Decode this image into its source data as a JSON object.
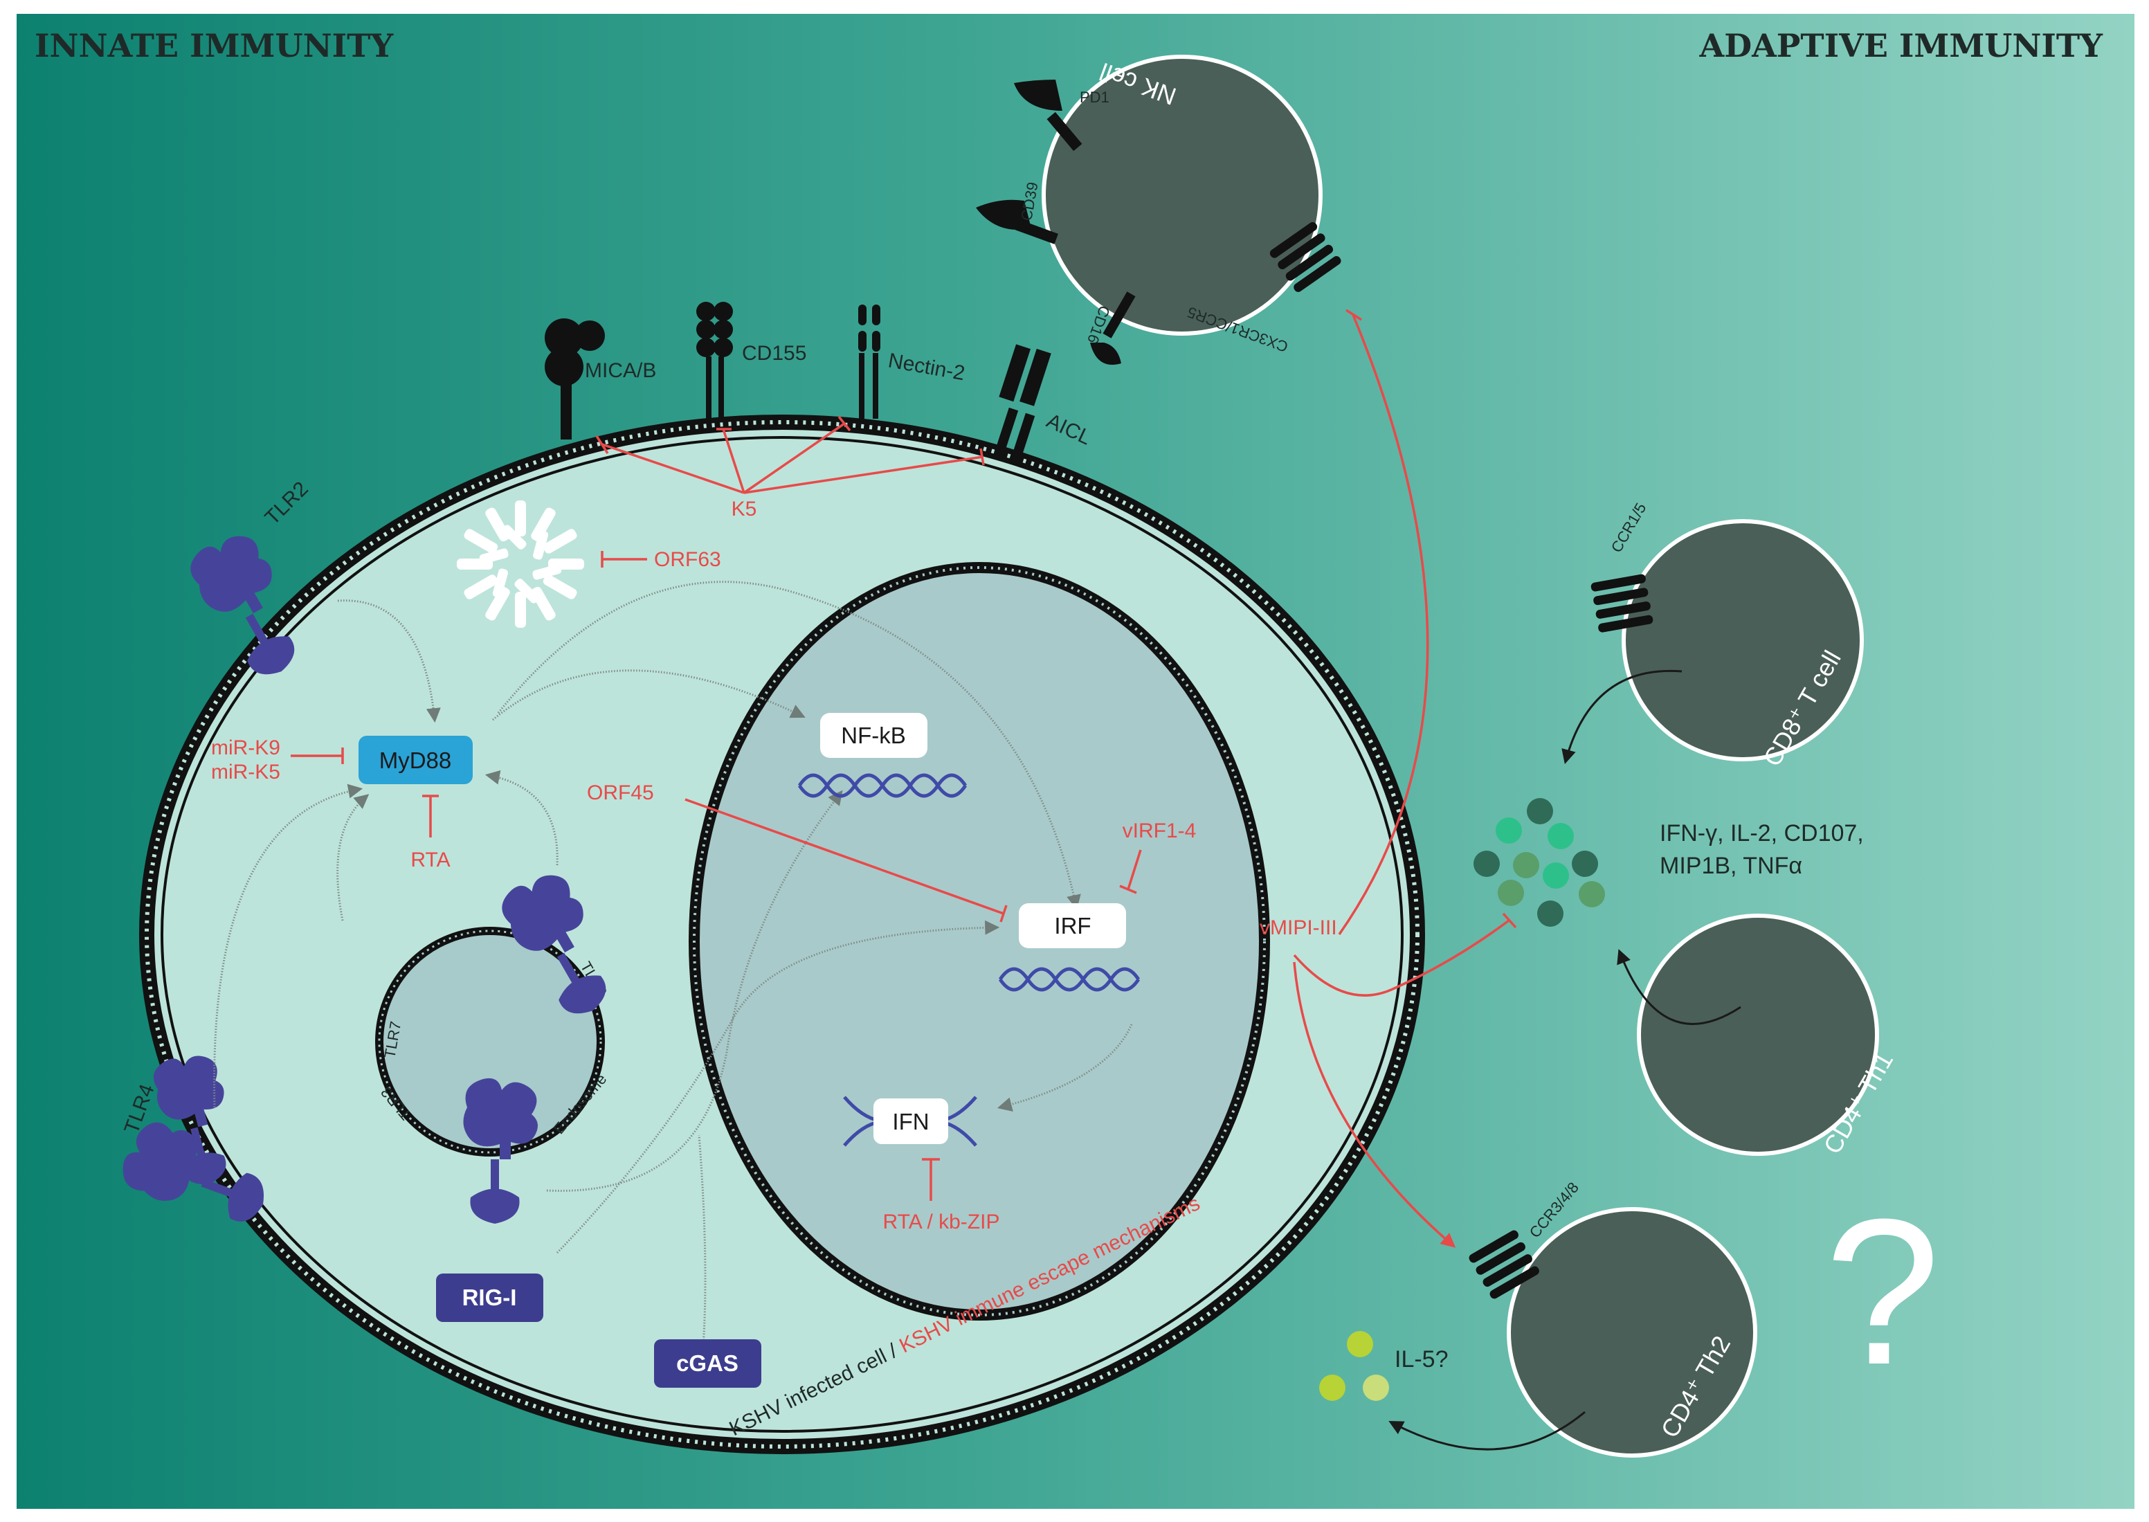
{
  "headers": {
    "left": "INNATE IMMUNITY",
    "right": "ADAPTIVE IMMUNITY"
  },
  "surface_receptors": {
    "mica": "MICA/B",
    "cd155": "CD155",
    "nectin": "Nectin-2",
    "aicl": "AICL",
    "tlr2": "TLR2",
    "tlr4": "TLR4"
  },
  "inhibitors": {
    "k5": "K5",
    "orf63": "ORF63",
    "mirk9": "miR-K9",
    "mirk5": "miR-K5",
    "rta": "RTA",
    "orf45": "ORF45",
    "virf": "vIRF1-4",
    "rta_kbzip": "RTA / kb-ZIP",
    "vmipi": "vMIPI-III"
  },
  "signaling": {
    "myd88": "MyD88",
    "nfkb": "NF-kB",
    "irf": "IRF",
    "ifn": "IFN",
    "rigi": "RIG-I",
    "cgas": "cGAS"
  },
  "endosome": {
    "tlr7": "TLR7",
    "tlr9": "TLR9",
    "tlr3": "TLR3",
    "label": "Endosome"
  },
  "nk_cell": {
    "label": "NK cell",
    "pd1": "PD1",
    "cd39": "CD39",
    "cd16": "CD16",
    "cx3": "CX3CR1/CCR5"
  },
  "cd8": {
    "label": "CD8⁺ T cell",
    "receptor": "CCR1/5"
  },
  "th1": {
    "label": "CD4⁺ Th1"
  },
  "th2": {
    "label": "CD4⁺ Th2",
    "receptor": "CCR3/4/8"
  },
  "cytokines": {
    "line1": "IFN-γ, IL-2, CD107,",
    "line2": "MIP1B, TNFα",
    "il5": "IL-5?"
  },
  "question": "?",
  "caption": {
    "part1": "KSHV infected cell / ",
    "part2": "KSHV immune escape mechanisms"
  },
  "colors": {
    "gradient_left": "#0e8272",
    "gradient_right": "#92d2c2",
    "cell_fill": "#b8e3d8",
    "nucleus_fill": "#a8cccc",
    "immune_cell": "#4a5f58",
    "receptor_blue": "#46449a",
    "red": "#e84a4a",
    "myd88": "#2aa3d7"
  }
}
